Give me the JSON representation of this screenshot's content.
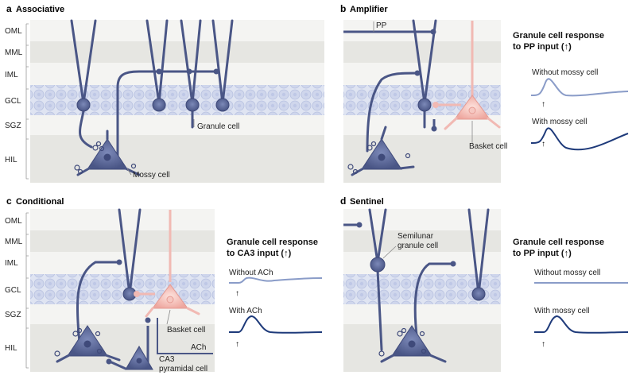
{
  "panels": {
    "a": {
      "letter": "a",
      "title": "Associative"
    },
    "b": {
      "letter": "b",
      "title": "Amplifier"
    },
    "c": {
      "letter": "c",
      "title": "Conditional"
    },
    "d": {
      "letter": "d",
      "title": "Sentinel"
    }
  },
  "layers": [
    "OML",
    "MML",
    "IML",
    "GCL",
    "SGZ",
    "HIL"
  ],
  "labels": {
    "granule_cell": "Granule cell",
    "mossy_cell": "Mossy cell",
    "pp": "PP",
    "basket_cell_b": "Basket cell",
    "basket_cell_c": "Basket cell",
    "ach": "ACh",
    "ca3_line1": "CA3",
    "ca3_line2": "pyramidal cell",
    "semilunar_line1": "Semilunar",
    "semilunar_line2": "granule cell"
  },
  "responses": {
    "b": {
      "title_line1": "Granule cell response",
      "title_line2": "to PP input (↑)",
      "without": "Without mossy cell",
      "with": "With mossy cell"
    },
    "c": {
      "title_line1": "Granule cell response",
      "title_line2": "to CA3 input (↑)",
      "without": "Without ACh",
      "with": "With ACh"
    },
    "d": {
      "title_line1": "Granule cell response",
      "title_line2": "to PP input (↑)",
      "without": "Without mossy cell",
      "with": "With mossy cell"
    }
  },
  "colors": {
    "neuron_blue": "#5a6694",
    "neuron_dark": "#3f4a7a",
    "basket_pink": "#f1b9b3",
    "trace_light": "#8a9cc8",
    "trace_dark": "#1e3a7a",
    "band_light": "#f4f4f2",
    "band_dark": "#e6e6e2",
    "gcl_fill": "#dfe4f2"
  }
}
